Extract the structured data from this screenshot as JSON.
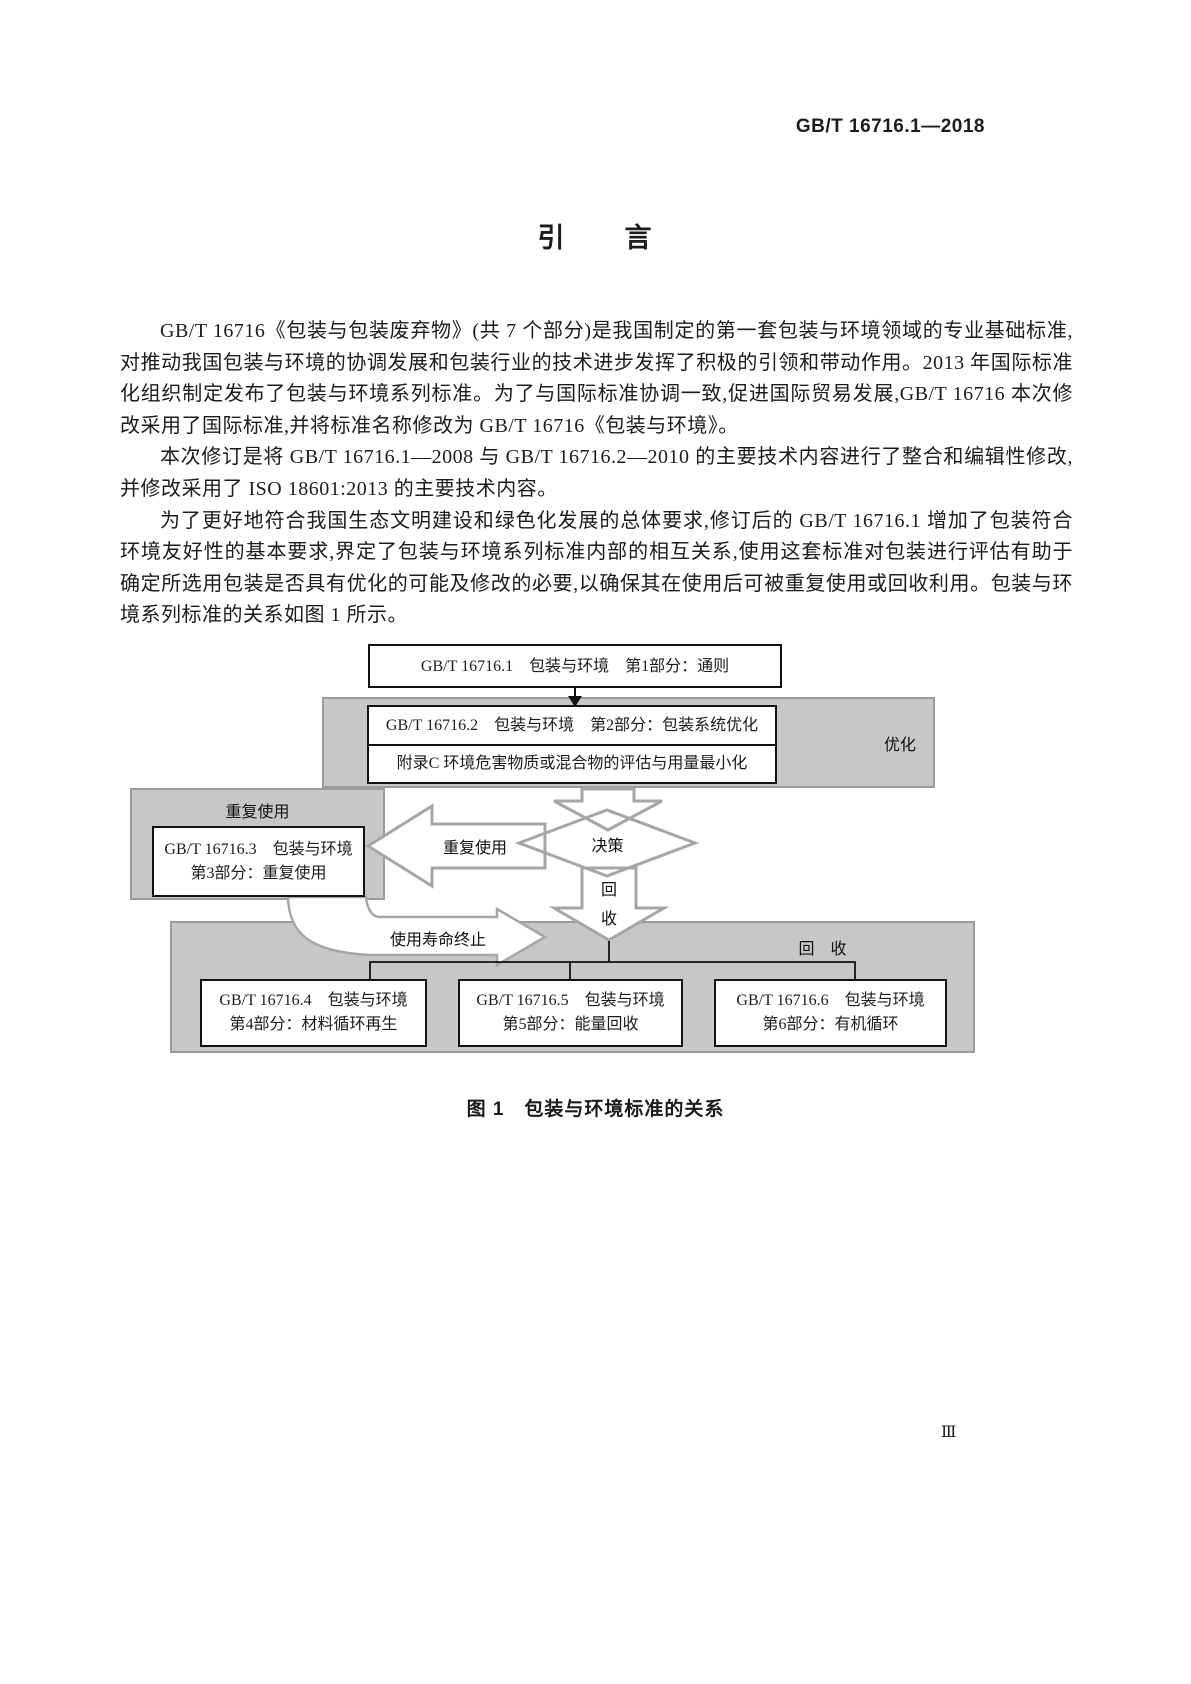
{
  "header": {
    "standard_code": "GB/T 16716.1—2018"
  },
  "title": "引　　言",
  "paragraphs": {
    "p1": "GB/T 16716《包装与包装废弃物》(共 7 个部分)是我国制定的第一套包装与环境领域的专业基础标准,对推动我国包装与环境的协调发展和包装行业的技术进步发挥了积极的引领和带动作用。2013 年国际标准化组织制定发布了包装与环境系列标准。为了与国际标准协调一致,促进国际贸易发展,GB/T 16716 本次修改采用了国际标准,并将标准名称修改为 GB/T 16716《包装与环境》。",
    "p2": "本次修订是将 GB/T 16716.1—2008 与 GB/T 16716.2—2010 的主要技术内容进行了整合和编辑性修改,并修改采用了 ISO 18601:2013 的主要技术内容。",
    "p3": "为了更好地符合我国生态文明建设和绿色化发展的总体要求,修订后的 GB/T 16716.1 增加了包装符合环境友好性的基本要求,界定了包装与环境系列标准内部的相互关系,使用这套标准对包装进行评估有助于确定所选用包装是否具有优化的可能及修改的必要,以确保其在使用后可被重复使用或回收利用。包装与环境系列标准的关系如图 1 所示。"
  },
  "figure": {
    "caption": "图 1　包装与环境标准的关系",
    "box_part1": "GB/T 16716.1　包装与环境　第1部分：通则",
    "optimization_group": {
      "label": "优化",
      "box_part2": "GB/T 16716.2　包装与环境　第2部分：包装系统优化",
      "box_annex_c": "附录C 环境危害物质或混合物的评估与用量最小化"
    },
    "decision_diamond": "决策",
    "reuse_group": {
      "label": "重复使用",
      "box_part3_line1": "GB/T 16716.3　包装与环境",
      "box_part3_line2": "第3部分：重复使用"
    },
    "reuse_arrow_label": "重复使用",
    "recycle_arrow_char1": "回",
    "recycle_arrow_char2": "收",
    "end_of_life_arrow_label": "使用寿命终止",
    "recovery_group": {
      "label": "回　收",
      "box_part4_line1": "GB/T 16716.4　包装与环境",
      "box_part4_line2": "第4部分：材料循环再生",
      "box_part5_line1": "GB/T 16716.5　包装与环境",
      "box_part5_line2": "第5部分：能量回收",
      "box_part6_line1": "GB/T 16716.6　包装与环境",
      "box_part6_line2": "第6部分：有机循环"
    }
  },
  "footer": {
    "page_number": "Ⅲ"
  }
}
